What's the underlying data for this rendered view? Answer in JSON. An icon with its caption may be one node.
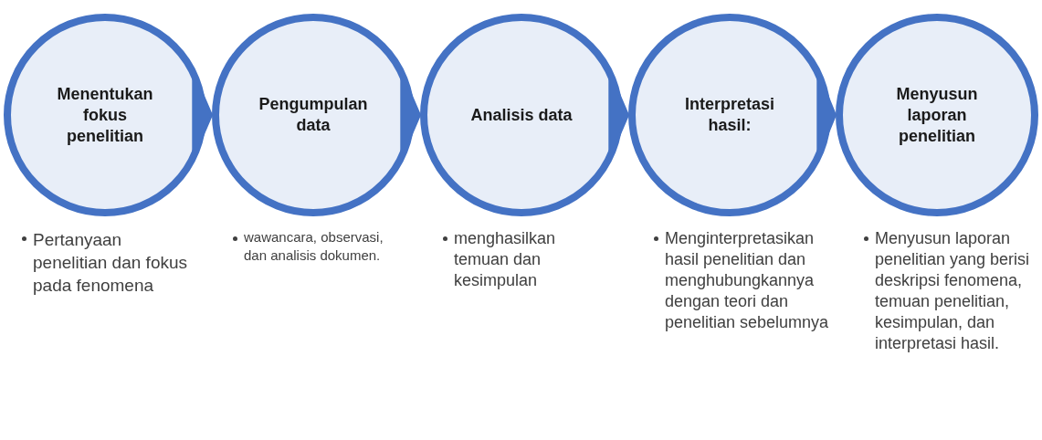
{
  "diagram": {
    "nodes": [
      {
        "text": [
          "Menentukan fokus penelitian"
        ],
        "beside": [
          "Pertanyaan penelitian dan fokus pada fenomena"
        ]
      },
      {
        "text": [
          "Pengumpulan data"
        ],
        "beside": [
          "wawancara, observasi, dan analisis dokumen."
        ]
      },
      {
        "text": [
          "Analisis data"
        ],
        "beside": [
          "menghasilkan temuan dan kesimpulan"
        ]
      },
      {
        "text": [
          "Interpretasi hasil:"
        ],
        "beside": [
          "Menginterpretasikan hasil penelitian dan menghubungkannya dengan teori dan penelitian sebelumnya"
        ]
      },
      {
        "text": [
          "Menyusun laporan penelitian"
        ],
        "beside": [
          "Menyusun laporan penelitian yang berisi deskripsi fenomena, temuan penelitian, kesimpulan, dan interpretasi hasil."
        ]
      }
    ],
    "edges": [
      {
        "from": 0,
        "to": 1,
        "arrow": "to"
      },
      {
        "from": 1,
        "to": 2,
        "arrow": "to"
      },
      {
        "from": 2,
        "to": 3,
        "arrow": "to"
      },
      {
        "from": 3,
        "to": 4,
        "arrow": "to"
      }
    ]
  }
}
